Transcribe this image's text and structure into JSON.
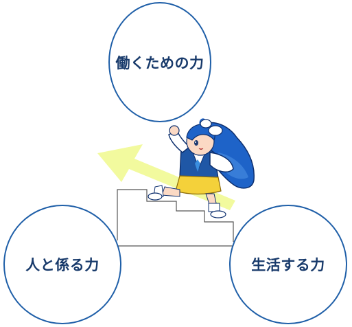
{
  "nodes": {
    "top": {
      "label": "働くための力"
    },
    "left": {
      "label": "人と係る力"
    },
    "right": {
      "label": "生活する力"
    }
  },
  "colors": {
    "circle_border": "#1f5fa8",
    "label_text": "#183a6b",
    "arrow": "#f2fa9e",
    "stairs": "#555555",
    "hair": "#1e63c8",
    "jacket": "#1f57a6",
    "skirt": "#f4d13a"
  },
  "illustration": {
    "subject": "mascot-girl-climbing-stairs",
    "arrow_direction": "up-left"
  }
}
